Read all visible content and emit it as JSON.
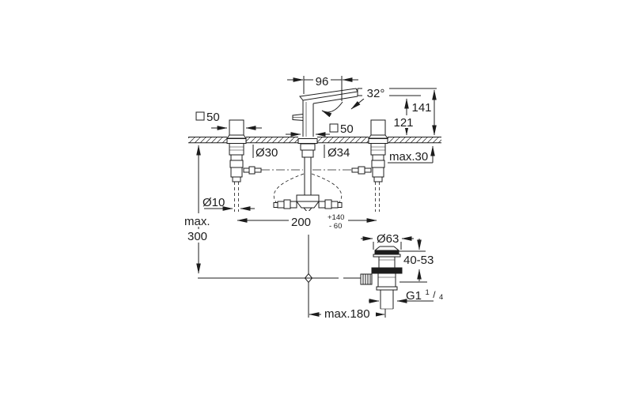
{
  "colors": {
    "background": "#ffffff",
    "line": "#1c1c1c"
  },
  "drawing": {
    "description": "Technical dimension drawing of a three-hole basin mixer faucet (two side valves, center spout) with pop-up waste assembly",
    "dims": {
      "spout_projection": "96",
      "spout_angle": "32°",
      "height_total": "141",
      "height_aerator": "121",
      "handle_square": "50",
      "spout_square": "50",
      "hole_left": "Ø30",
      "hole_center": "Ø34",
      "deck_thickness_max": "max.30",
      "connection_dia": "Ø10",
      "depth_max_l1": "max.",
      "depth_max_l2": "300",
      "hole_spacing": "200",
      "hole_spacing_tol_plus": "+140",
      "hole_spacing_tol_minus": "- 60",
      "waste_flange_dia": "Ø63",
      "waste_clamp_range": "40-53",
      "waste_thread_main": "G1",
      "waste_thread_sup": "1",
      "waste_thread_slash": "/",
      "waste_thread_den": "4",
      "lever_reach_max": "max.180"
    }
  }
}
